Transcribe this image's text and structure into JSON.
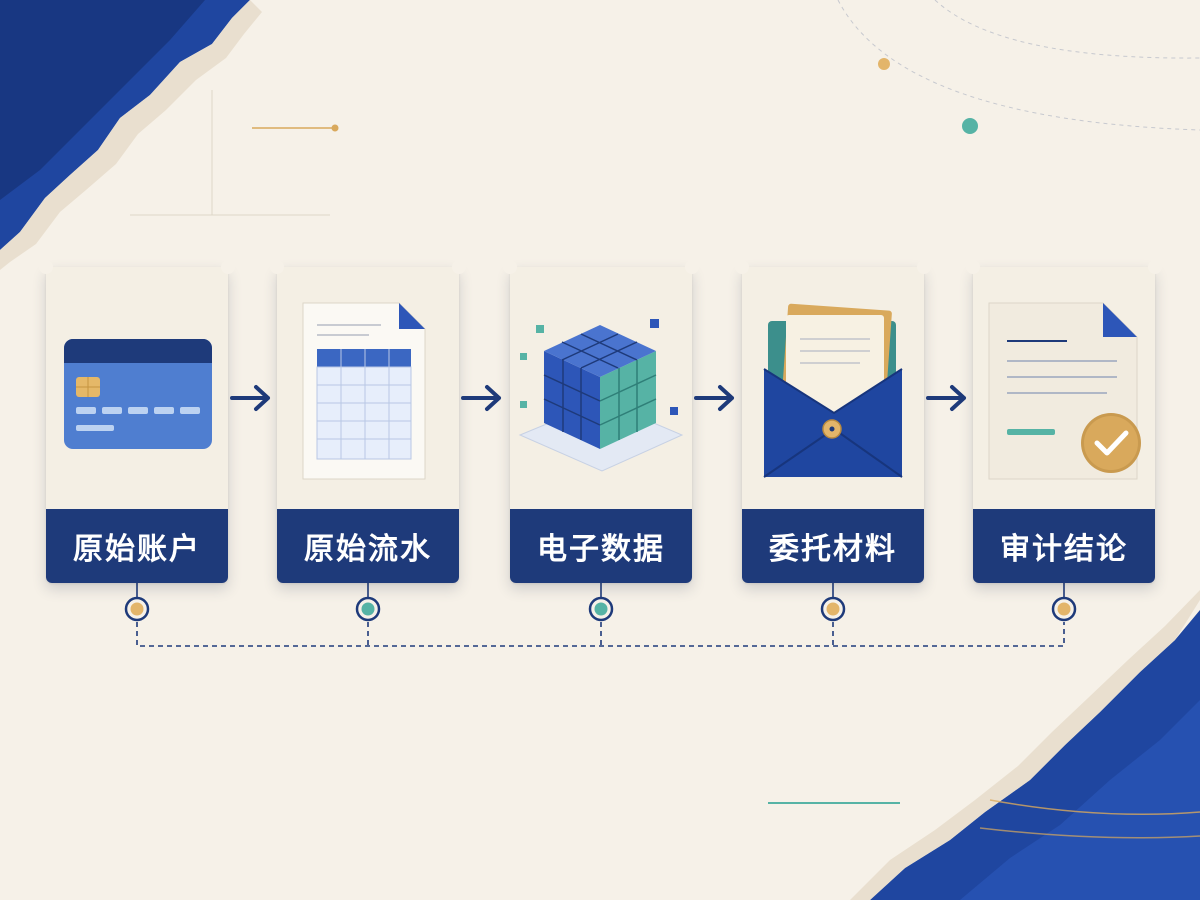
{
  "flow": {
    "steps": [
      {
        "label": "原始账户",
        "icon": "bank-card-icon",
        "node_color": "#e3b56a"
      },
      {
        "label": "原始流水",
        "icon": "ledger-sheet-icon",
        "node_color": "#56b3a5"
      },
      {
        "label": "电子数据",
        "icon": "data-cube-icon",
        "node_color": "#56b3a5"
      },
      {
        "label": "委托材料",
        "icon": "document-envelope-icon",
        "node_color": "#e3b56a"
      },
      {
        "label": "审计结论",
        "icon": "audit-check-icon",
        "node_color": "#e3b56a"
      }
    ]
  },
  "colors": {
    "navy": "#1e3a7a",
    "blue": "#2d56b8",
    "teal": "#56b3a5",
    "gold": "#d9a95c",
    "paper": "#f6f1e8"
  }
}
